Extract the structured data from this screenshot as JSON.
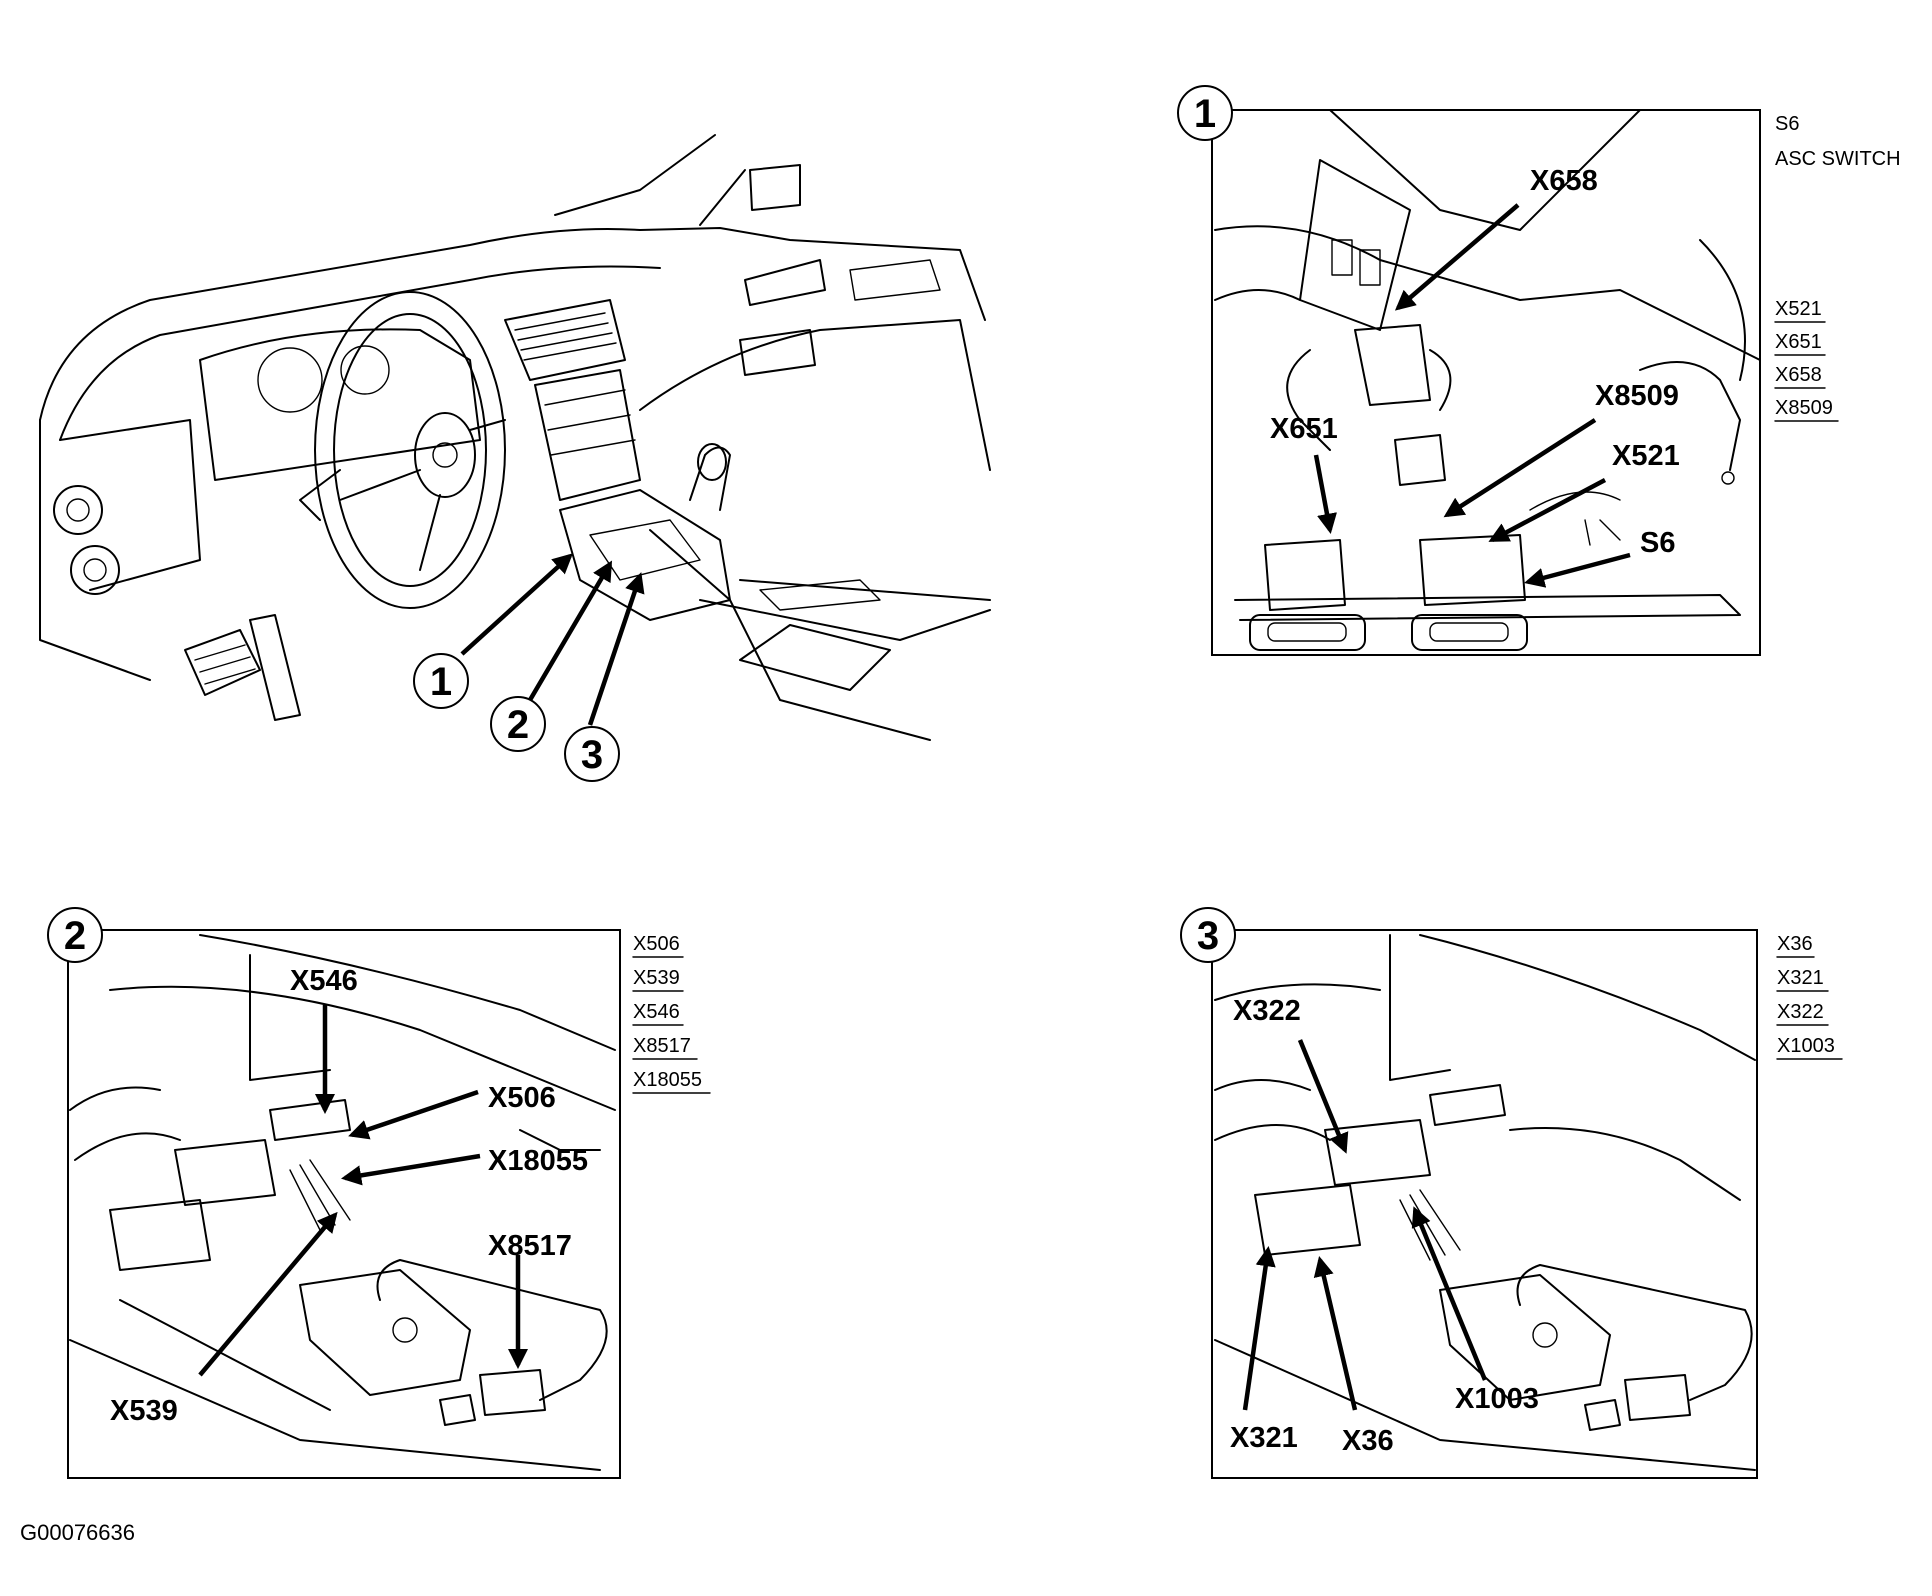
{
  "overview": {
    "markers": [
      "1",
      "2",
      "3"
    ]
  },
  "panel1": {
    "number": "1",
    "callouts": [
      "X658",
      "X651",
      "X8509",
      "X521",
      "S6"
    ],
    "component_code": "S6",
    "component_name": "ASC SWITCH",
    "connectors": [
      "X521",
      "X651",
      "X658",
      "X8509"
    ]
  },
  "panel2": {
    "number": "2",
    "callouts": [
      "X546",
      "X506",
      "X18055",
      "X8517",
      "X539"
    ],
    "connectors": [
      "X506",
      "X539",
      "X546",
      "X8517",
      "X18055"
    ]
  },
  "panel3": {
    "number": "3",
    "callouts": [
      "X322",
      "X1003",
      "X321",
      "X36"
    ],
    "connectors": [
      "X36",
      "X321",
      "X322",
      "X1003"
    ]
  },
  "figure_id": "G00076636"
}
